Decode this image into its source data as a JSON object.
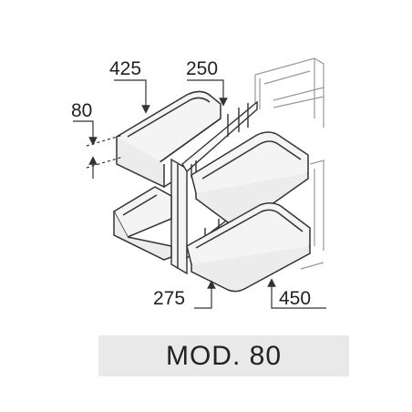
{
  "dimensions": {
    "top_left": "425",
    "top_right": "250",
    "side": "80",
    "bottom_left": "275",
    "bottom_right": "450"
  },
  "model": {
    "label": "MOD. 80"
  },
  "colors": {
    "line": "#333333",
    "tray_fill": "#f4f4f4",
    "model_bar": "#e9e9e9",
    "cabinet_line": "#999999"
  }
}
